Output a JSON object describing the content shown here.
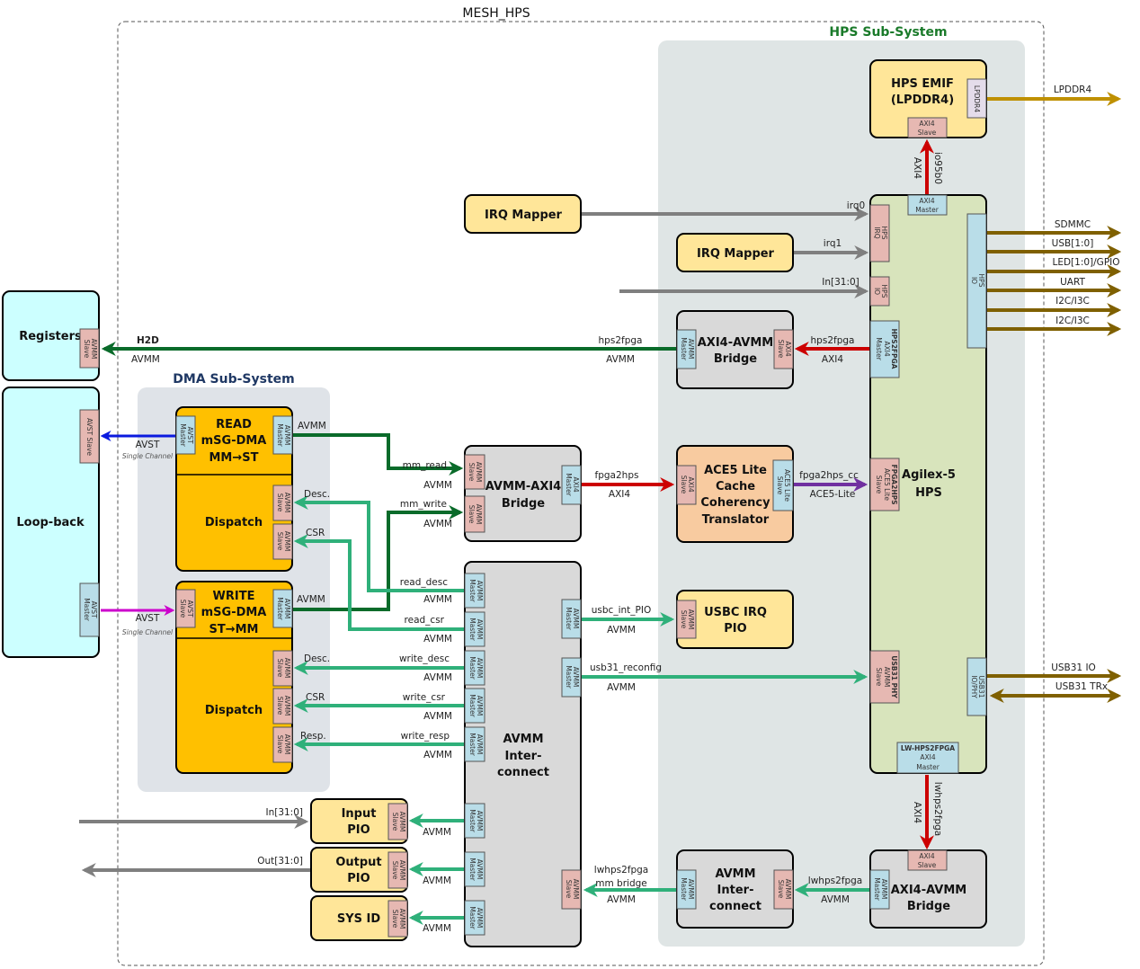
{
  "title": "MESH_HPS",
  "colors": {
    "avmm_dark": "#0a6b2a",
    "avmm_light": "#2fb07a",
    "axi": "#cc0000",
    "ace": "#7030a0",
    "avst_blue": "#0a1adf",
    "avst_magenta": "#cc00cc",
    "gray": "#7f7f7f",
    "io": "#7f6000",
    "lpddr": "#bf9000",
    "master_port": "#b9dde8",
    "slave_port": "#e6b8b2",
    "orange_block": "#ffc000",
    "tan_block": "#ffe699",
    "peach_block": "#f8cba0",
    "gray_block": "#d9d9d9",
    "hps_block": "#d8e4bc",
    "cyan_block": "#ccffff"
  },
  "subsystems": {
    "hps": "HPS Sub-System",
    "dma": "DMA Sub-System"
  },
  "blocks": {
    "registers": "Registers",
    "loopback": "Loop-back",
    "read_dma": [
      "READ",
      "mSG-DMA",
      "MM→ST"
    ],
    "read_dispatch": "Dispatch",
    "write_dma": [
      "WRITE",
      "mSG-DMA",
      "ST→MM"
    ],
    "write_dispatch": "Dispatch",
    "avmm_axi4_bridge": [
      "AVMM-AXI4",
      "Bridge"
    ],
    "avmm_interconnect": [
      "AVMM",
      "Inter-",
      "connect"
    ],
    "input_pio": [
      "Input",
      "PIO"
    ],
    "output_pio": [
      "Output",
      "PIO"
    ],
    "sys_id": "SYS ID",
    "irq_mapper_1": "IRQ Mapper",
    "irq_mapper_2": "IRQ Mapper",
    "axi4_avmm_bridge_top": [
      "AXI4-AVMM",
      "Bridge"
    ],
    "ace5_translator": [
      "ACE5 Lite",
      "Cache",
      "Coherency",
      "Translator"
    ],
    "usbc_irq_pio": [
      "USBC IRQ",
      "PIO"
    ],
    "hps_emif": [
      "HPS EMIF",
      "(LPDDR4)"
    ],
    "agilex_hps": [
      "Agilex-5",
      "HPS"
    ],
    "avmm_interconnect_lw": [
      "AVMM",
      "Inter-",
      "connect"
    ],
    "axi4_avmm_bridge_lw": [
      "AXI4-AVMM",
      "Bridge"
    ]
  },
  "ports": {
    "avmm_slave": [
      "AVMM",
      "Slave"
    ],
    "avmm_master": [
      "AVMM",
      "Master"
    ],
    "avst_slave_1line": "AVST Slave",
    "avst_master": [
      "AVST",
      "Master"
    ],
    "avst_slave": [
      "AVST",
      "Slave"
    ],
    "axi4_master": [
      "AXI4",
      "Master"
    ],
    "axi4_slave": [
      "AXI4",
      "Slave"
    ],
    "ace5_slave": [
      "ACE5 Lite",
      "Slave"
    ],
    "lpddr4": "LPDDR4",
    "hps_irq": [
      "HPS",
      "IRQ"
    ],
    "hps_io": [
      "HPS",
      "IO"
    ],
    "hps2fpga_master": [
      "HPS2FPGA",
      "AXI4",
      "Master"
    ],
    "fpga2hps_slave": [
      "FPGA2HPS",
      "ACE5 Lite",
      "Slave"
    ],
    "usb31phy_slave": [
      "USB31 PHY",
      "AVMM",
      "Slave"
    ],
    "usb31_io": [
      "USB31",
      "IO/PHY"
    ],
    "lw_hps2fpga_master": [
      "LW-HPS2FPGA",
      "AXI4",
      "Master"
    ]
  },
  "connections": {
    "h2d": "H2D",
    "avmm": "AVMM",
    "avst": "AVST",
    "single_channel": "Single Channel",
    "mm_read": "mm_read",
    "mm_write": "mm_write",
    "desc": "Desc.",
    "csr": "CSR",
    "resp": "Resp.",
    "read_desc": "read_desc",
    "read_csr": "read_csr",
    "write_desc": "write_desc",
    "write_csr": "write_csr",
    "write_resp": "write_resp",
    "fpga2hps": "fpga2hps",
    "axi4": "AXI4",
    "fpga2hps_cc": "fpga2hps_cc",
    "ace5_lite": "ACE5-Lite",
    "hps2fpga": "hps2fpga",
    "usbc_int_pio": "usbc_int_PIO",
    "usb31_reconfig": "usb31_reconfig",
    "in_31_0": "In[31:0]",
    "out_31_0": "Out[31:0]",
    "lwhps2fpga": "lwhps2fpga",
    "mm_bridge": "mm bridge",
    "irq0": "irq0",
    "irq1": "irq1",
    "io95b0": "io95b0"
  },
  "external_io": {
    "lpddr4": "LPDDR4",
    "sdmmc": "SDMMC",
    "usb": "USB[1:0]",
    "led_gpio": "LED[1:0]/GPIO",
    "uart": "UART",
    "i2c_1": "I2C/I3C",
    "i2c_2": "I2C/I3C",
    "usb31_io": "USB31 IO",
    "usb31_trx": "USB31 TRx"
  }
}
